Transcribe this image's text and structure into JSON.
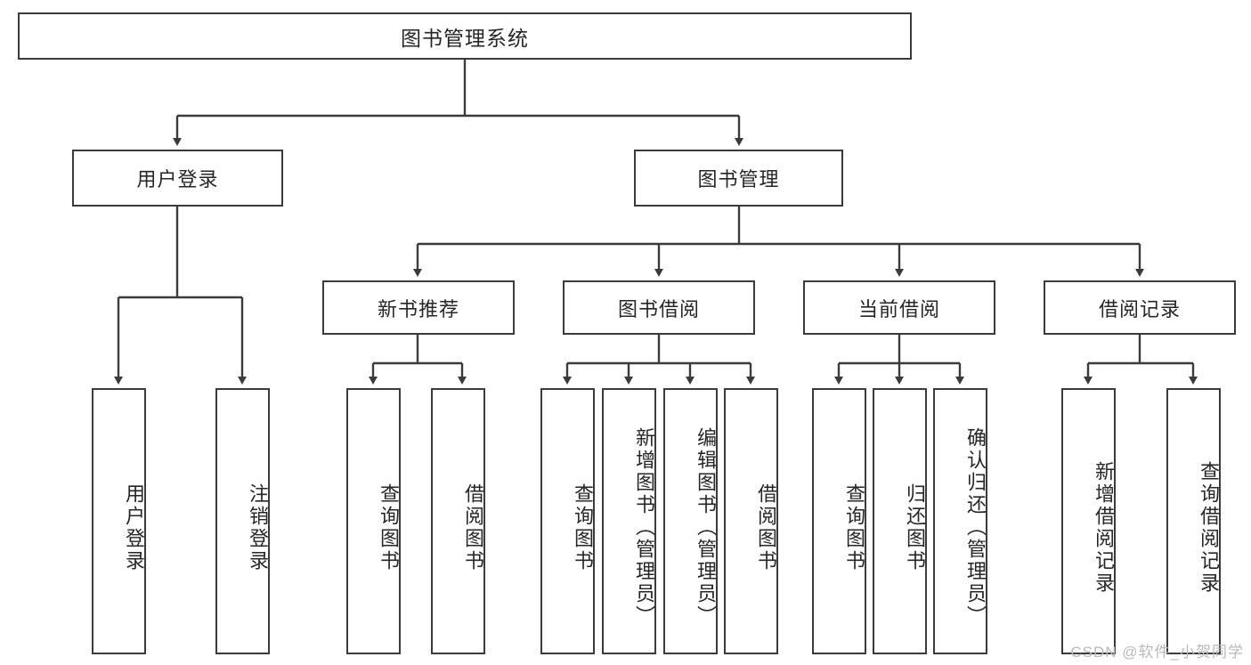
{
  "diagram": {
    "title": "图书管理系统",
    "watermark": "CSDN @软件_小贺同学",
    "style": {
      "box_border_color": "#3b3b3b",
      "box_fill_color": "#ffffff",
      "connector_color": "#3b3b3b",
      "text_color": "#262626",
      "watermark_color": "#b9b9b9"
    },
    "levels": {
      "root": {
        "label": "图书管理系统"
      },
      "level2": [
        {
          "label": "用户登录"
        },
        {
          "label": "图书管理"
        }
      ],
      "level3": [
        {
          "label": "新书推荐"
        },
        {
          "label": "图书借阅"
        },
        {
          "label": "当前借阅"
        },
        {
          "label": "借阅记录"
        }
      ],
      "leaves": {
        "user_login": [
          {
            "label": "用户登录"
          },
          {
            "label": "注销登录"
          }
        ],
        "new_book_recommend": [
          {
            "label": "查询图书"
          },
          {
            "label": "借阅图书"
          }
        ],
        "book_borrow": [
          {
            "label": "查询图书"
          },
          {
            "label": "新增图书（管理员）"
          },
          {
            "label": "编辑图书（管理员）"
          },
          {
            "label": "借阅图书"
          }
        ],
        "current_borrow": [
          {
            "label": "查询图书"
          },
          {
            "label": "归还图书"
          },
          {
            "label": "确认归还（管理员）"
          }
        ],
        "borrow_record": [
          {
            "label": "新增借阅记录"
          },
          {
            "label": "查询借阅记录"
          }
        ]
      }
    }
  }
}
